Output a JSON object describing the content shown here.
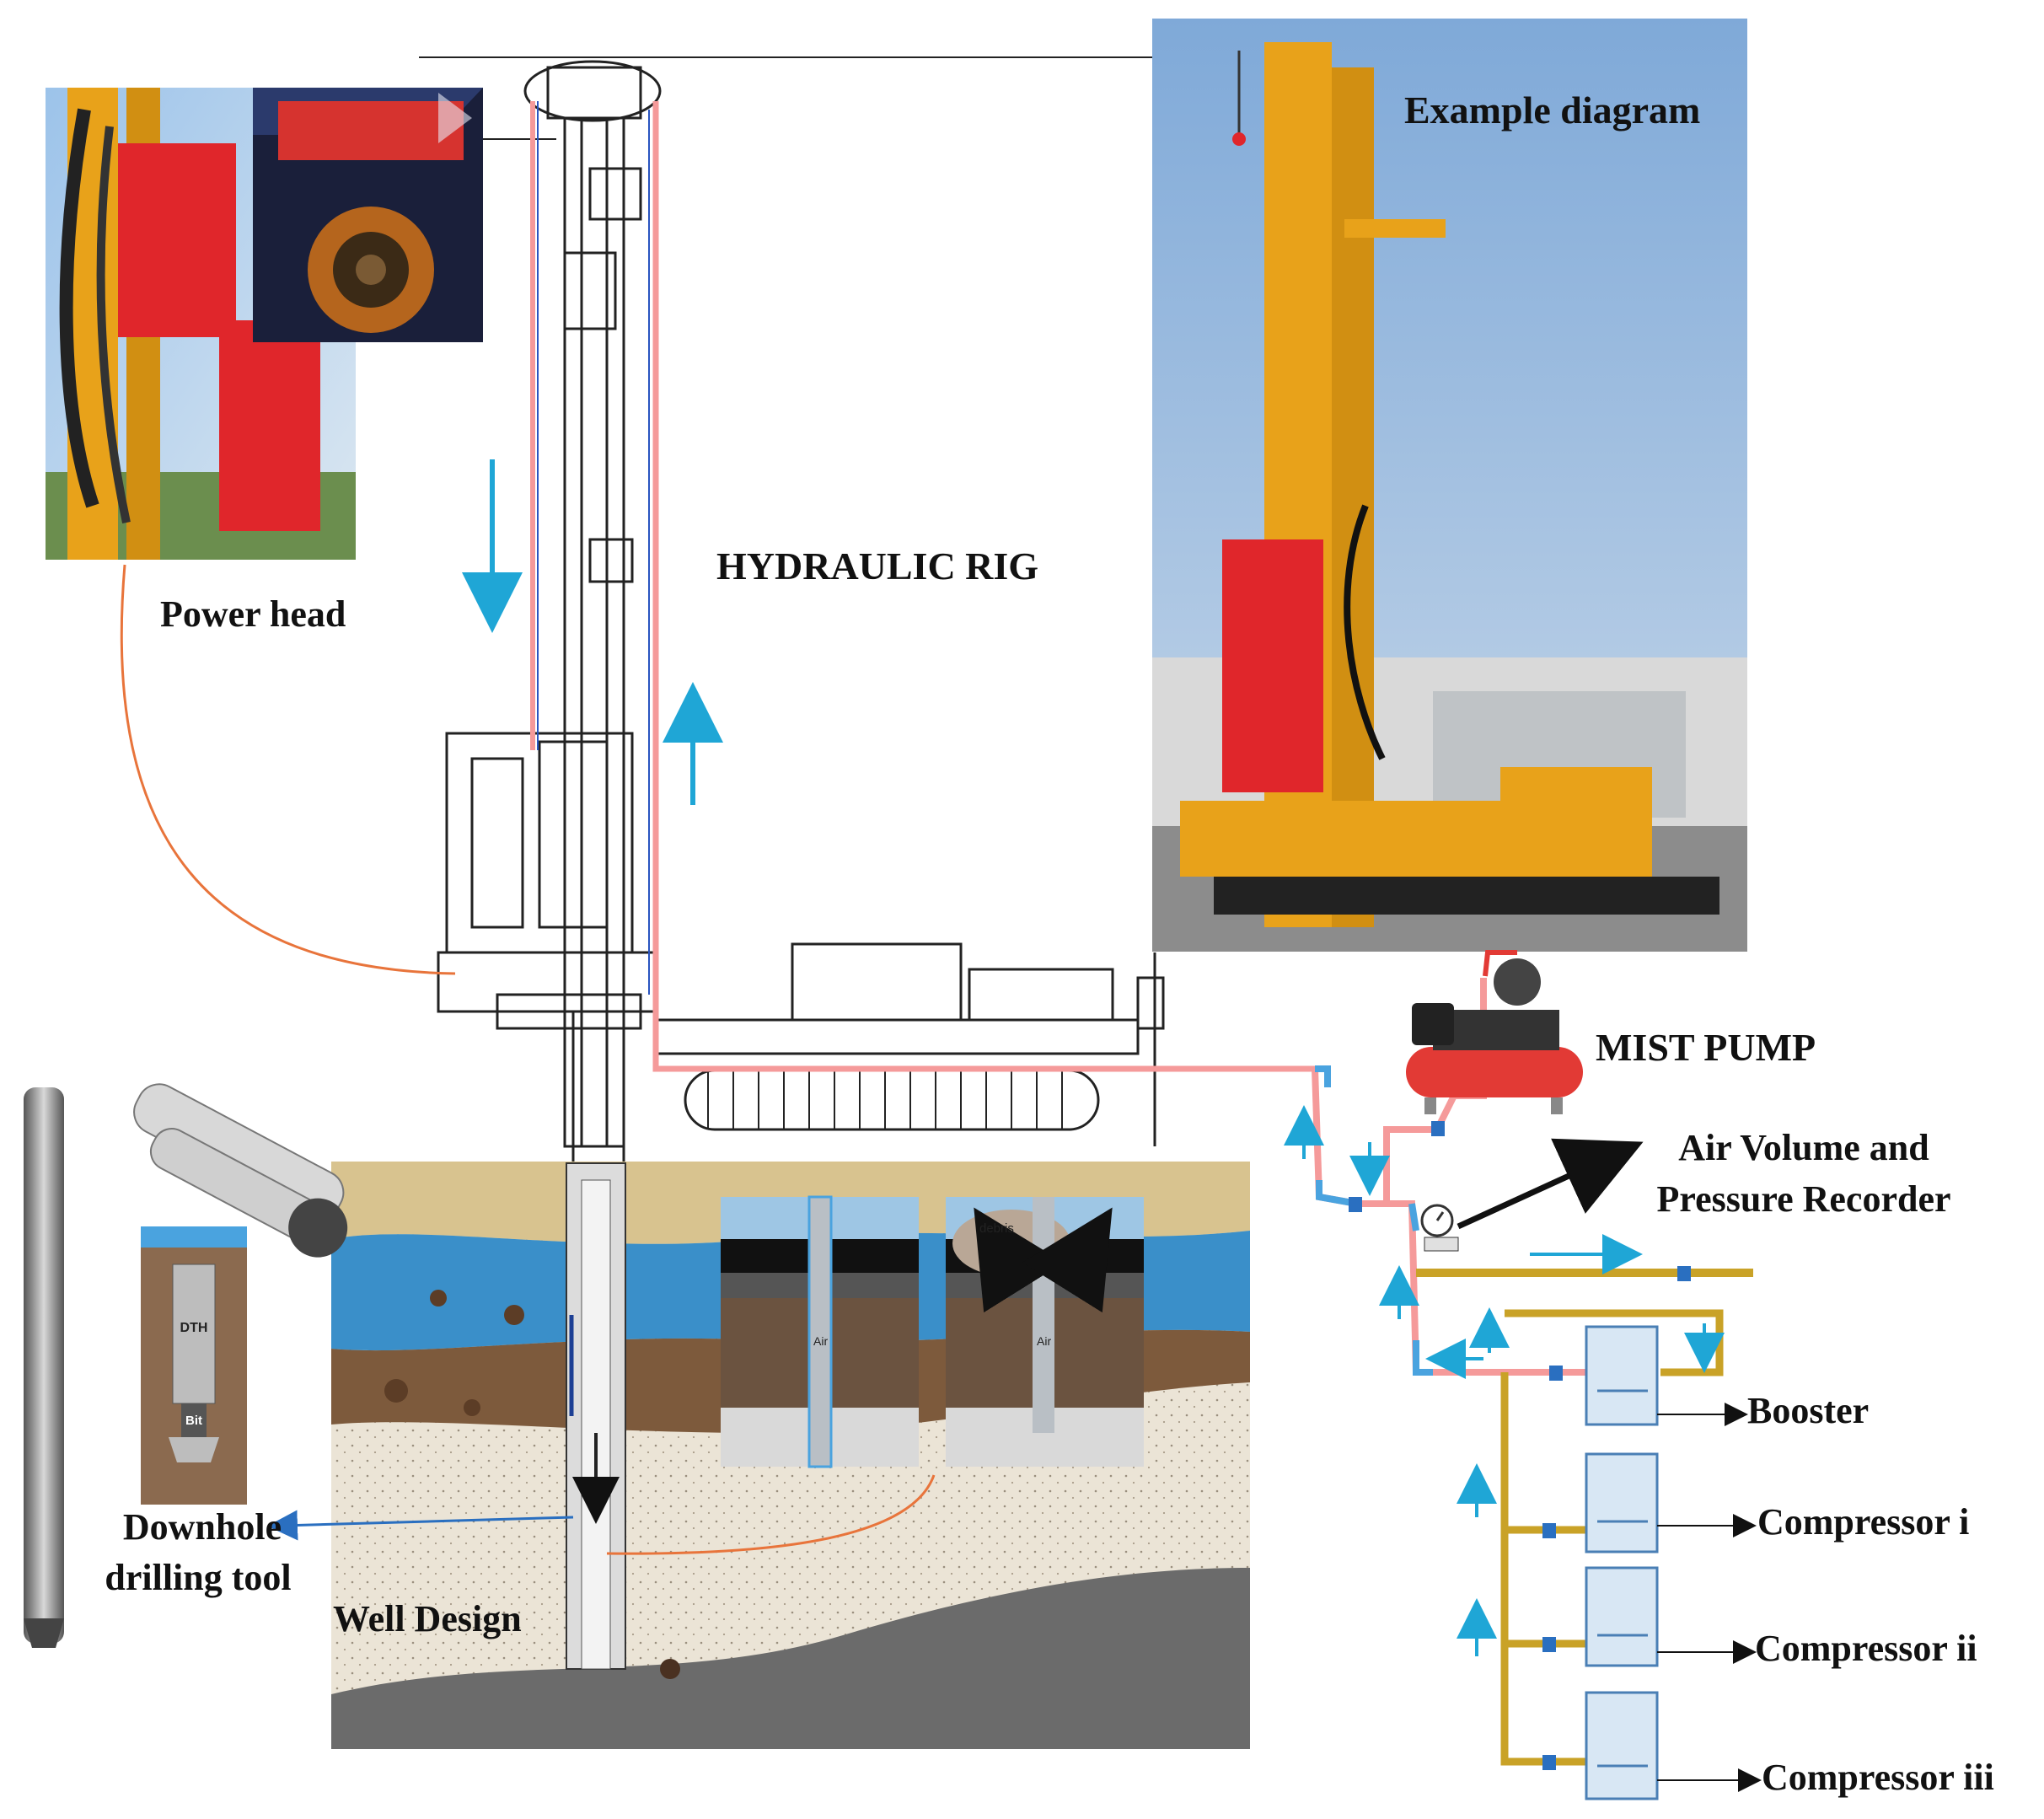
{
  "labels": {
    "power_head": "Power head",
    "hydraulic_rig": "HYDRAULIC RIG",
    "example_diagram": "Example diagram",
    "mist_pump": "MIST PUMP",
    "recorder_line1": "Air Volume and",
    "recorder_line2": "Pressure Recorder",
    "booster": "Booster",
    "compressor_1": "Compressor i",
    "compressor_2": "Compressor ii",
    "compressor_3": "Compressor iii",
    "downhole_line1": "Downhole",
    "downhole_line2": "drilling tool",
    "well_design": "Well Design",
    "dth": "DTH",
    "bit": "Bit",
    "air": "Air",
    "debris": "debris"
  },
  "colors": {
    "air_line_pink": "#f59a9a",
    "air_line_blue": "#4aa3df",
    "flow_arrow": "#1fa6d6",
    "compressor_pipe": "#c9a227",
    "connector_orange": "#e8743b",
    "connector_blue": "#2a6fc0",
    "rig_yellow": "#e8a21a",
    "rig_red": "#e0262b",
    "sky": "#8fb7e0",
    "soil_top": "#d8c38f",
    "water": "#3a8fc9",
    "soil_brown": "#7d5a3c",
    "sand": "#ebe4d6",
    "rock": "#6b6b6b"
  }
}
